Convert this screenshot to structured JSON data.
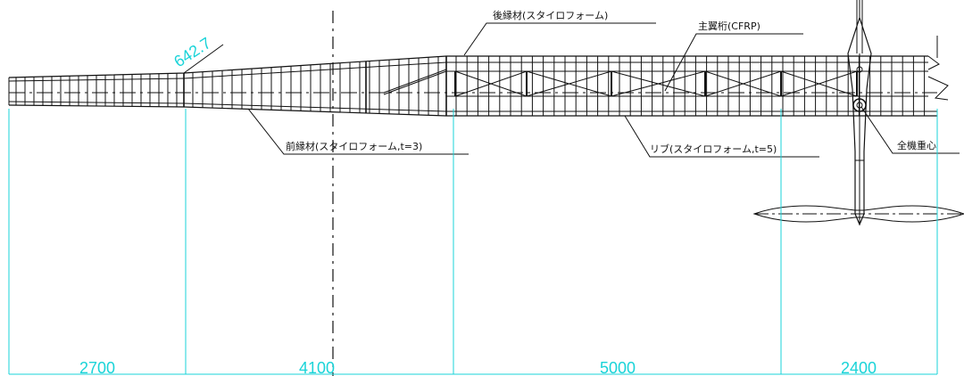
{
  "drawing": {
    "colors": {
      "line": "#111111",
      "dimension": "#19d3d8",
      "background": "#ffffff"
    },
    "labels": {
      "trailing_edge": "後縁材(スタイロフォーム)",
      "main_spar": "主翼桁(CFRP)",
      "leading_edge": "前縁材(スタイロフォーム,t=3)",
      "rib": "リブ(スタイロフォーム,t=5)",
      "cg": "全機重心"
    },
    "dimensions": {
      "chord": "642.7",
      "segments": [
        "2700",
        "4100",
        "5000",
        "2400"
      ]
    }
  }
}
